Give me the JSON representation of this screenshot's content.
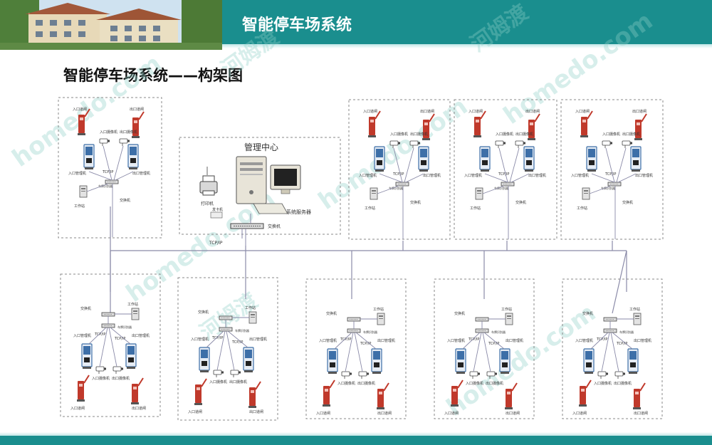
{
  "header": {
    "title": "智能停车场系统"
  },
  "subtitle": "智能停车场系统——构架图",
  "watermark": {
    "site": "homedo.com",
    "brand": "河姆渡"
  },
  "center": {
    "title": "管理中心",
    "printer": "打印机",
    "card_issuer": "发卡机",
    "server": "系统服务器",
    "switch": "交换机",
    "tcp": "TCP/IP"
  },
  "top_unit": {
    "entry_barrier": "入口道闸",
    "exit_barrier": "出口道闸",
    "entry_camera": "入口摄像机",
    "exit_camera": "出口摄像机",
    "entry_terminal": "入口管理机",
    "exit_terminal": "出口管理机",
    "tcp": "TCP/IP",
    "capture_card": "车牌识别器",
    "workstation": "工作站",
    "switch": "交换机"
  },
  "bottom_unit": {
    "switch": "交换机",
    "workstation": "工作站",
    "tcp": "TCP/IP",
    "recognizer": "车牌识别器",
    "entry_terminal": "入口管理机",
    "exit_terminal": "出口管理机",
    "entry_camera": "入口摄像机",
    "exit_camera": "出口摄像机",
    "entry_barrier": "入口道闸",
    "exit_barrier": "出口道闸"
  },
  "colors": {
    "teal": "#1a8e8e",
    "barrier": "#c0392b",
    "terminal": "#3d6fa8",
    "line": "#8a8aa8"
  }
}
